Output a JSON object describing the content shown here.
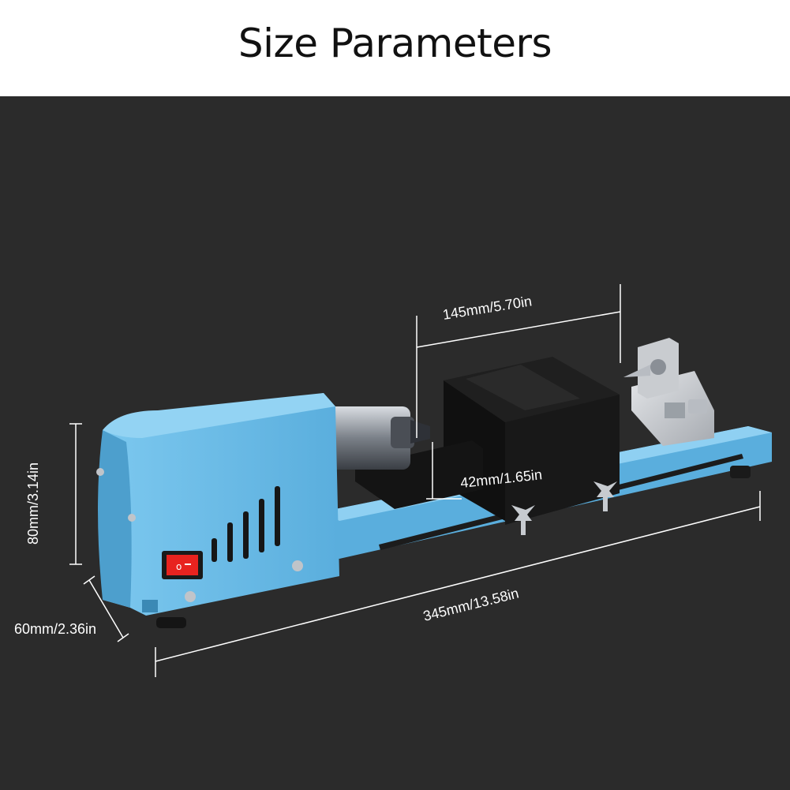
{
  "title": "Size Parameters",
  "dimensions": {
    "width_spacing": "145mm/5.70in",
    "rest_height": "42mm/1.65in",
    "height": "80mm/3.14in",
    "depth": "60mm/2.36in",
    "length": "345mm/13.58in"
  },
  "colors": {
    "background": "#2b2b2b",
    "body": "#5fb8e6",
    "switch": "#e8231f"
  }
}
